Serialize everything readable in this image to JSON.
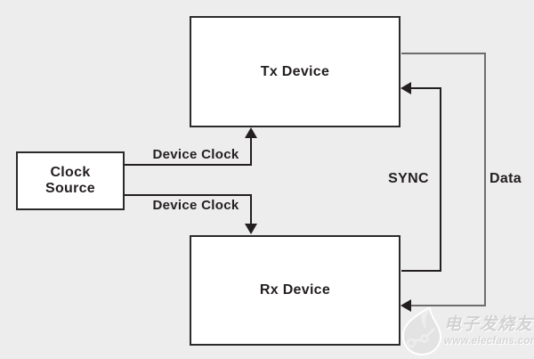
{
  "diagram": {
    "boxes": {
      "tx_device": {
        "label": "Tx Device"
      },
      "rx_device": {
        "label": "Rx Device"
      },
      "clock_source": {
        "line1": "Clock",
        "line2": "Source"
      }
    },
    "connection_labels": {
      "device_clock_top": "Device Clock",
      "device_clock_bottom": "Device Clock",
      "sync": "SYNC",
      "data": "Data"
    },
    "colors": {
      "background": "#ededed",
      "box_fill": "#ffffff",
      "box_border": "#2b2a29",
      "wire": "#231f20",
      "data_wire": "#6d6d6d",
      "text": "#231f20"
    }
  },
  "watermark": {
    "brand_text": "电子发烧友",
    "site_text": "www.elecfans.com",
    "color": "#d2d2d2"
  }
}
